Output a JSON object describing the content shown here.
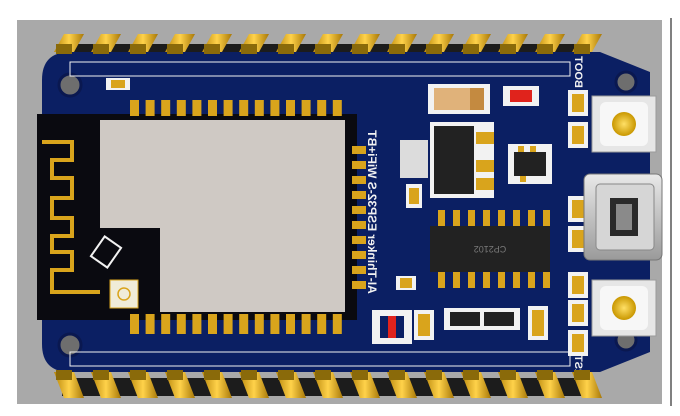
{
  "board": {
    "module_label": "AI-Thinker  ESP32-S  WiFi+BT",
    "boot_label": "BOOT",
    "rst_label": "RST",
    "uart_chip_label": "CP2102"
  },
  "colors": {
    "pcb": "#0b1f63",
    "silkscreen": "#f2f2f2",
    "gold": "#d9a41c",
    "backdrop": "#a9a9a9",
    "led": "#e0231c"
  }
}
